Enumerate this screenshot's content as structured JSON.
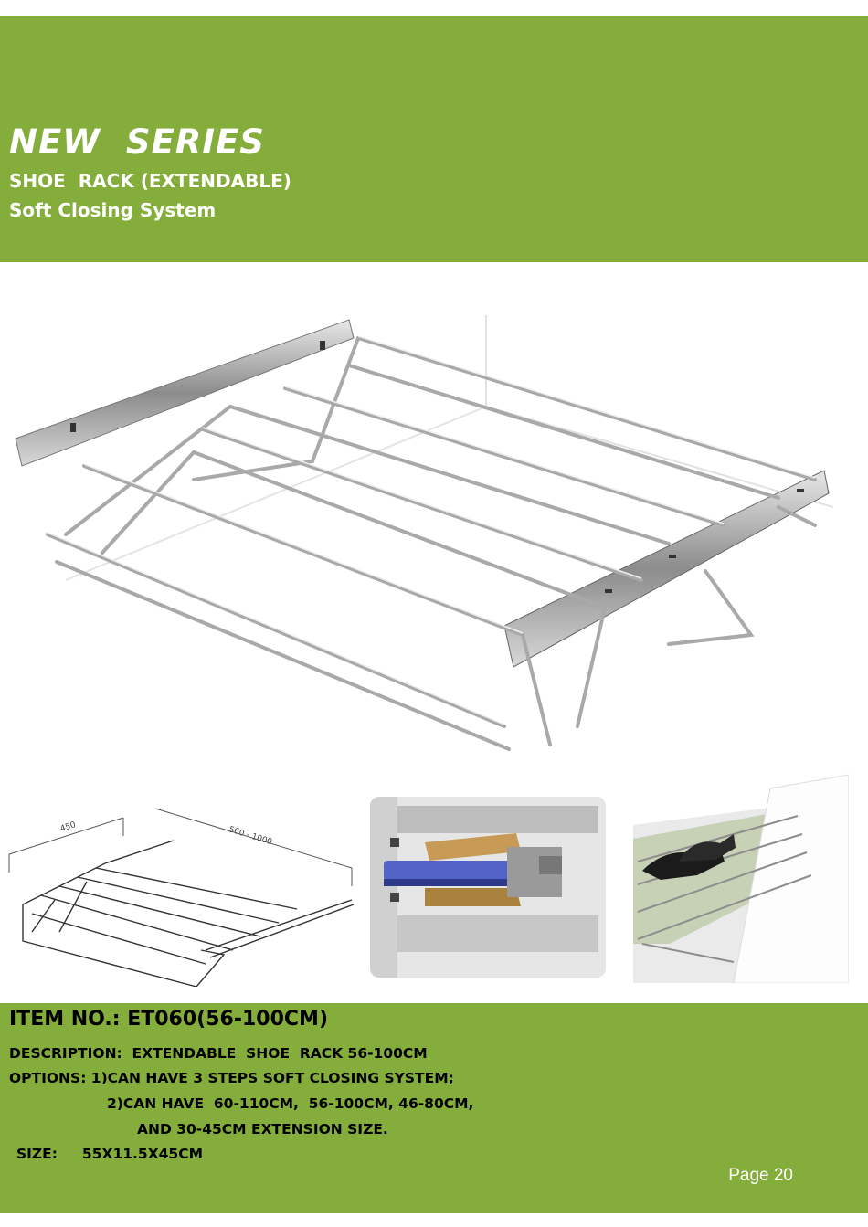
{
  "header": {
    "series": "NEW  SERIES",
    "product_name": "SHOE  RACK (EXTENDABLE)",
    "feature": "Soft Closing System"
  },
  "drawing": {
    "depth_label": "450",
    "length_label": "560 - 1000"
  },
  "specs": {
    "item_no": "ITEM NO.: ET060(56-100CM)",
    "description": "DESCRIPTION:  EXTENDABLE  SHOE  RACK 56-100CM",
    "options_line1": "OPTIONS: 1)CAN HAVE 3 STEPS SOFT CLOSING SYSTEM;",
    "options_line2": "2)CAN HAVE  60-110CM,  56-100CM, 46-80CM,",
    "options_line3": "AND 30-45CM EXTENSION SIZE.",
    "size": "SIZE:     55X11.5X45CM"
  },
  "footer": {
    "page": "Page 20"
  },
  "colors": {
    "band": "#85ad3c",
    "text": "#ffffff"
  }
}
